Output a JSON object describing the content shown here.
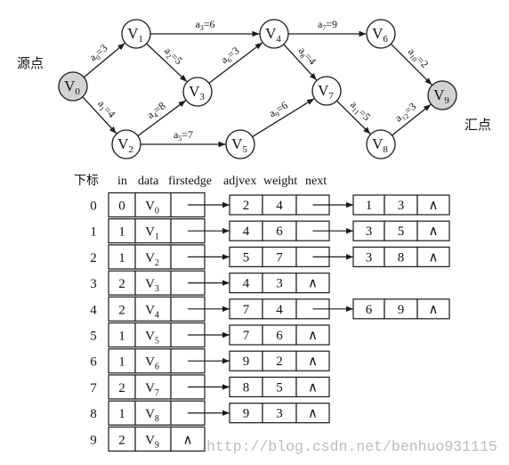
{
  "colors": {
    "shaded_fill": "#d3d3d3",
    "line": "#1a1a1a",
    "watermark": "#bdbdbd"
  },
  "graph": {
    "source_label": "源点",
    "sink_label": "汇点",
    "nodes": [
      {
        "id": "V0",
        "letter": "V",
        "sub": "0",
        "shaded": true
      },
      {
        "id": "V1",
        "letter": "V",
        "sub": "1",
        "shaded": false
      },
      {
        "id": "V2",
        "letter": "V",
        "sub": "2",
        "shaded": false
      },
      {
        "id": "V3",
        "letter": "V",
        "sub": "3",
        "shaded": false
      },
      {
        "id": "V4",
        "letter": "V",
        "sub": "4",
        "shaded": false
      },
      {
        "id": "V5",
        "letter": "V",
        "sub": "5",
        "shaded": false
      },
      {
        "id": "V6",
        "letter": "V",
        "sub": "6",
        "shaded": false
      },
      {
        "id": "V7",
        "letter": "V",
        "sub": "7",
        "shaded": false
      },
      {
        "id": "V8",
        "letter": "V",
        "sub": "8",
        "shaded": false
      },
      {
        "id": "V9",
        "letter": "V",
        "sub": "9",
        "shaded": true
      }
    ],
    "edges": [
      {
        "from": "V0",
        "to": "V1",
        "letter": "a",
        "sub": "0",
        "rest": "=3"
      },
      {
        "from": "V0",
        "to": "V2",
        "letter": "a",
        "sub": "1",
        "rest": "=4"
      },
      {
        "from": "V1",
        "to": "V3",
        "letter": "a",
        "sub": "2",
        "rest": "=5"
      },
      {
        "from": "V1",
        "to": "V4",
        "letter": "a",
        "sub": "3",
        "rest": "=6"
      },
      {
        "from": "V2",
        "to": "V3",
        "letter": "a",
        "sub": "4",
        "rest": "=8"
      },
      {
        "from": "V2",
        "to": "V5",
        "letter": "a",
        "sub": "5",
        "rest": "=7"
      },
      {
        "from": "V3",
        "to": "V4",
        "letter": "a",
        "sub": "6",
        "rest": "=3"
      },
      {
        "from": "V4",
        "to": "V6",
        "letter": "a",
        "sub": "7",
        "rest": "=9"
      },
      {
        "from": "V4",
        "to": "V7",
        "letter": "a",
        "sub": "8",
        "rest": "=4"
      },
      {
        "from": "V5",
        "to": "V7",
        "letter": "a",
        "sub": "9",
        "rest": "=6"
      },
      {
        "from": "V6",
        "to": "V9",
        "letter": "a",
        "sub": "10",
        "rest": "=2"
      },
      {
        "from": "V7",
        "to": "V8",
        "letter": "a",
        "sub": "11",
        "rest": "=5"
      },
      {
        "from": "V8",
        "to": "V9",
        "letter": "a",
        "sub": "12",
        "rest": "=3"
      }
    ]
  },
  "adjacency_list": {
    "headers": {
      "index": "下标",
      "in": "in",
      "data": "data",
      "firstedge": "firstedge",
      "adjvex": "adjvex",
      "weight": "weight",
      "next": "next"
    },
    "rows": [
      {
        "index": "0",
        "in": "0",
        "letter": "V",
        "sub": "0",
        "edges": [
          {
            "adjvex": "2",
            "weight": "4"
          },
          {
            "adjvex": "1",
            "weight": "3",
            "next": "∧"
          }
        ]
      },
      {
        "index": "1",
        "in": "1",
        "letter": "V",
        "sub": "1",
        "edges": [
          {
            "adjvex": "4",
            "weight": "6"
          },
          {
            "adjvex": "3",
            "weight": "5",
            "next": "∧"
          }
        ]
      },
      {
        "index": "2",
        "in": "1",
        "letter": "V",
        "sub": "2",
        "edges": [
          {
            "adjvex": "5",
            "weight": "7"
          },
          {
            "adjvex": "3",
            "weight": "8",
            "next": "∧"
          }
        ]
      },
      {
        "index": "3",
        "in": "2",
        "letter": "V",
        "sub": "3",
        "edges": [
          {
            "adjvex": "4",
            "weight": "3",
            "next": "∧"
          }
        ]
      },
      {
        "index": "4",
        "in": "2",
        "letter": "V",
        "sub": "4",
        "edges": [
          {
            "adjvex": "7",
            "weight": "4"
          },
          {
            "adjvex": "6",
            "weight": "9",
            "next": "∧"
          }
        ]
      },
      {
        "index": "5",
        "in": "1",
        "letter": "V",
        "sub": "5",
        "edges": [
          {
            "adjvex": "7",
            "weight": "6",
            "next": "∧"
          }
        ]
      },
      {
        "index": "6",
        "in": "1",
        "letter": "V",
        "sub": "6",
        "edges": [
          {
            "adjvex": "9",
            "weight": "2",
            "next": "∧"
          }
        ]
      },
      {
        "index": "7",
        "in": "2",
        "letter": "V",
        "sub": "7",
        "edges": [
          {
            "adjvex": "8",
            "weight": "5",
            "next": "∧"
          }
        ]
      },
      {
        "index": "8",
        "in": "1",
        "letter": "V",
        "sub": "8",
        "edges": [
          {
            "adjvex": "9",
            "weight": "3",
            "next": "∧"
          }
        ]
      },
      {
        "index": "9",
        "in": "2",
        "letter": "V",
        "sub": "9",
        "firstedge": "∧",
        "edges": []
      }
    ]
  },
  "watermark": "http://blog.csdn.net/benhuo931115"
}
